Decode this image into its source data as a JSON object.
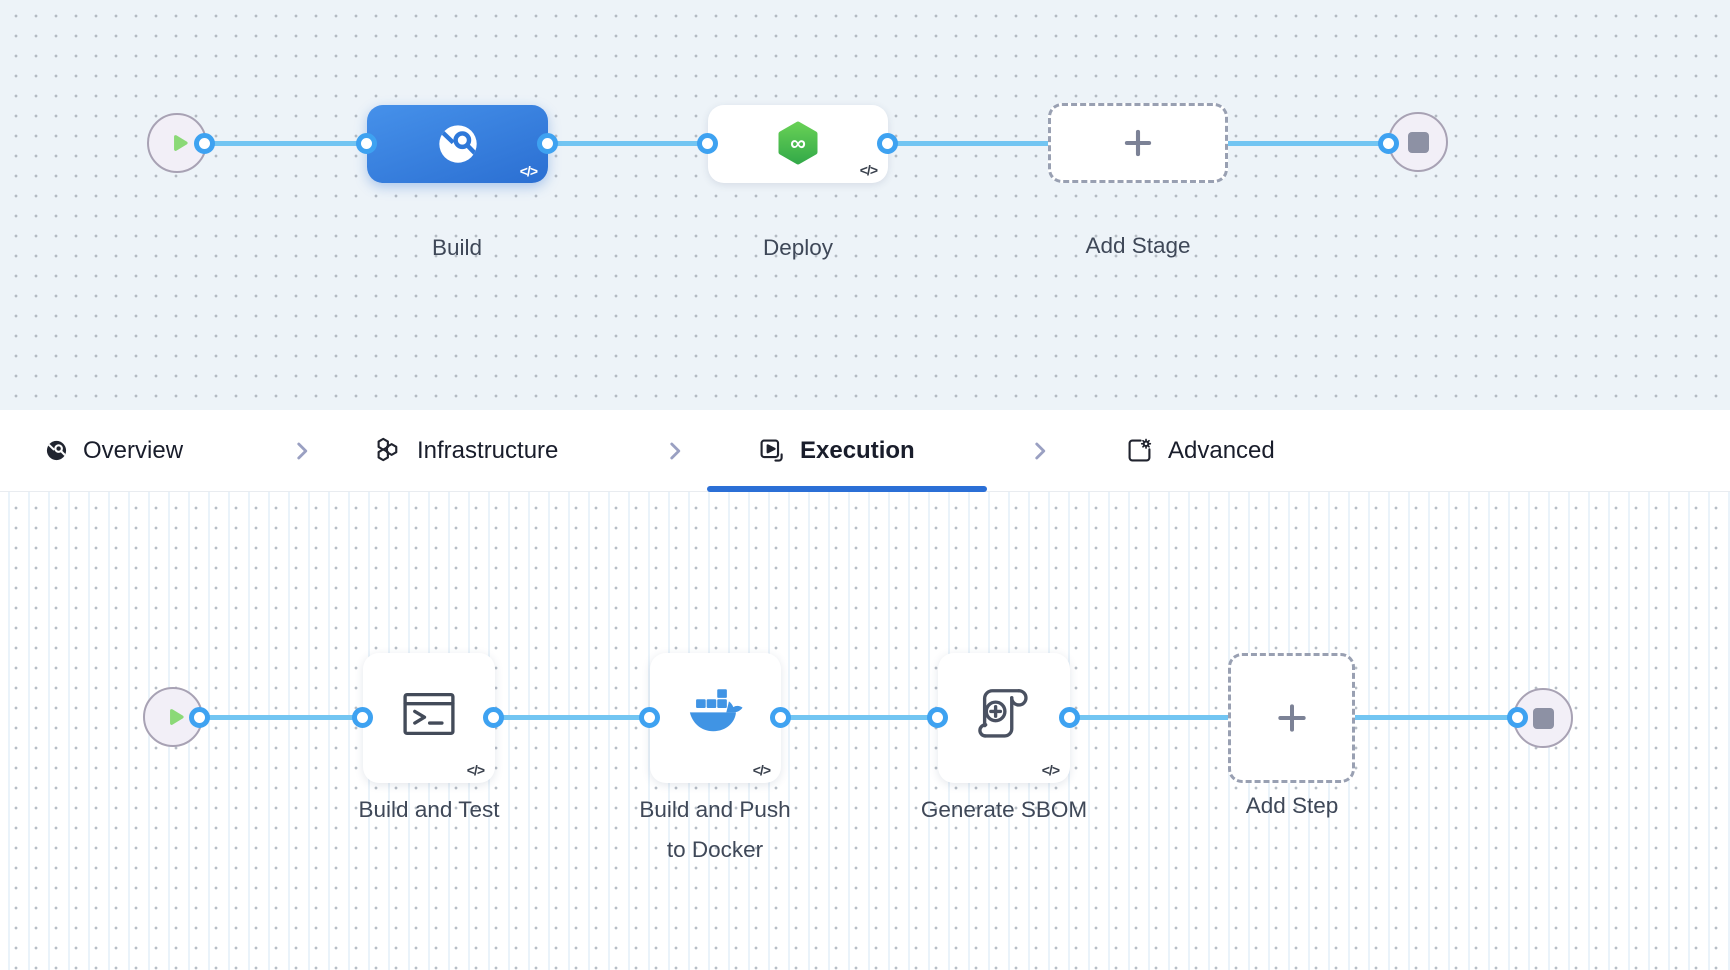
{
  "stage_pipeline": {
    "stages": [
      {
        "label": "Build",
        "icon": "ci-build-icon",
        "code_badge": "</>",
        "selected": true
      },
      {
        "label": "Deploy",
        "icon": "cd-deploy-icon",
        "code_badge": "</>",
        "selected": false
      },
      {
        "label": "Add Stage",
        "icon": "plus-icon"
      }
    ]
  },
  "tab_bar": {
    "tabs": [
      {
        "label": "Overview",
        "icon": "overview-icon",
        "active": false
      },
      {
        "label": "Infrastructure",
        "icon": "infrastructure-icon",
        "active": false
      },
      {
        "label": "Execution",
        "icon": "execution-icon",
        "active": true
      },
      {
        "label": "Advanced",
        "icon": "advanced-icon",
        "active": false
      }
    ]
  },
  "step_pipeline": {
    "steps": [
      {
        "label": "Build and Test",
        "label_line2": "",
        "icon": "terminal-icon",
        "code_badge": "</>"
      },
      {
        "label": "Build and Push",
        "label_line2": "to Docker",
        "icon": "docker-icon",
        "code_badge": "</>"
      },
      {
        "label": "Generate SBOM",
        "label_line2": "",
        "icon": "sbom-scroll-icon",
        "code_badge": "</>"
      },
      {
        "label": "Add Step",
        "label_line2": "",
        "icon": "plus-icon"
      }
    ]
  },
  "colors": {
    "selected_stage_blue": "#2f7bdb",
    "cd_green": "#49b84d",
    "docker_blue": "#4094e4",
    "flow_line": "#72c5f2",
    "port_ring": "#3ea2f1",
    "active_tab_underline": "#2b6fd6",
    "canvas_top_bg": "#edf3f8",
    "canvas_bottom_bg": "#ffffff"
  }
}
